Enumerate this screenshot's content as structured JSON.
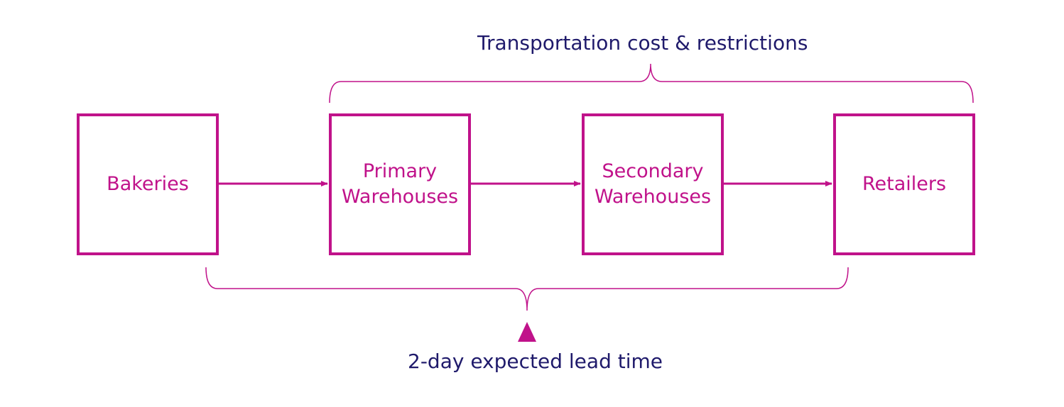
{
  "colors": {
    "accent": "#c0128a",
    "text_dark": "#1f1a6b",
    "background": "#ffffff"
  },
  "top_brace_label": "Transportation cost & restrictions",
  "bottom_brace_label": "2-day expected lead time",
  "nodes": [
    {
      "id": "bakeries",
      "label": "Bakeries"
    },
    {
      "id": "primary-warehouses",
      "label": "Primary\nWarehouses"
    },
    {
      "id": "secondary-warehouses",
      "label": "Secondary\nWarehouses"
    },
    {
      "id": "retailers",
      "label": "Retailers"
    }
  ],
  "edges": [
    {
      "from": "bakeries",
      "to": "primary-warehouses"
    },
    {
      "from": "primary-warehouses",
      "to": "secondary-warehouses"
    },
    {
      "from": "secondary-warehouses",
      "to": "retailers"
    }
  ],
  "markers": {
    "lead_time_pointer": "triangle-up-icon"
  }
}
